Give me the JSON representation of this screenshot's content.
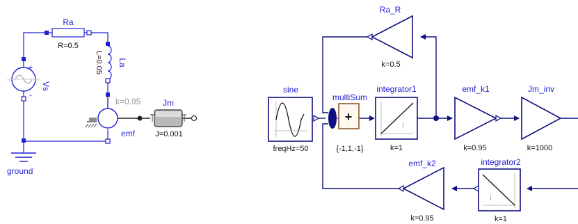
{
  "colors": {
    "electric": "#1f1fd2",
    "signal": "#0f0f82",
    "param_text": "#111111",
    "inactive_text": "#9a9a9a",
    "sum_border": "#8b5a2b"
  },
  "electrical": {
    "resistor": {
      "name": "Ra",
      "param": "R=0.5"
    },
    "inductor": {
      "name": "La",
      "param": "L=0.05"
    },
    "source": {
      "name": "Vs",
      "plus": "+",
      "minus": "-"
    },
    "emf": {
      "name": "emf",
      "param": "k=0.95"
    },
    "inertia": {
      "name": "Jm",
      "param": "J=0.001"
    },
    "ground": {
      "name": "ground"
    }
  },
  "block_diagram": {
    "sine": {
      "name": "sine",
      "param": "freqHz=50"
    },
    "multiSum": {
      "name": "multiSum",
      "symbol": "+",
      "param": "{-1,1,-1}"
    },
    "integrator1": {
      "name": "integrator1",
      "param": "k=1",
      "icon_label": "I"
    },
    "emf_k1": {
      "name": "emf_k1",
      "param": "k=0.95"
    },
    "Jm_inv": {
      "name": "Jm_inv",
      "param": "k=1000"
    },
    "Ra_R": {
      "name": "Ra_R",
      "param": "k=0.5"
    },
    "emf_k2": {
      "name": "emf_k2",
      "param": "k=0.95"
    },
    "integrator2": {
      "name": "integrator2",
      "param": "k=1",
      "icon_label": "I"
    }
  }
}
